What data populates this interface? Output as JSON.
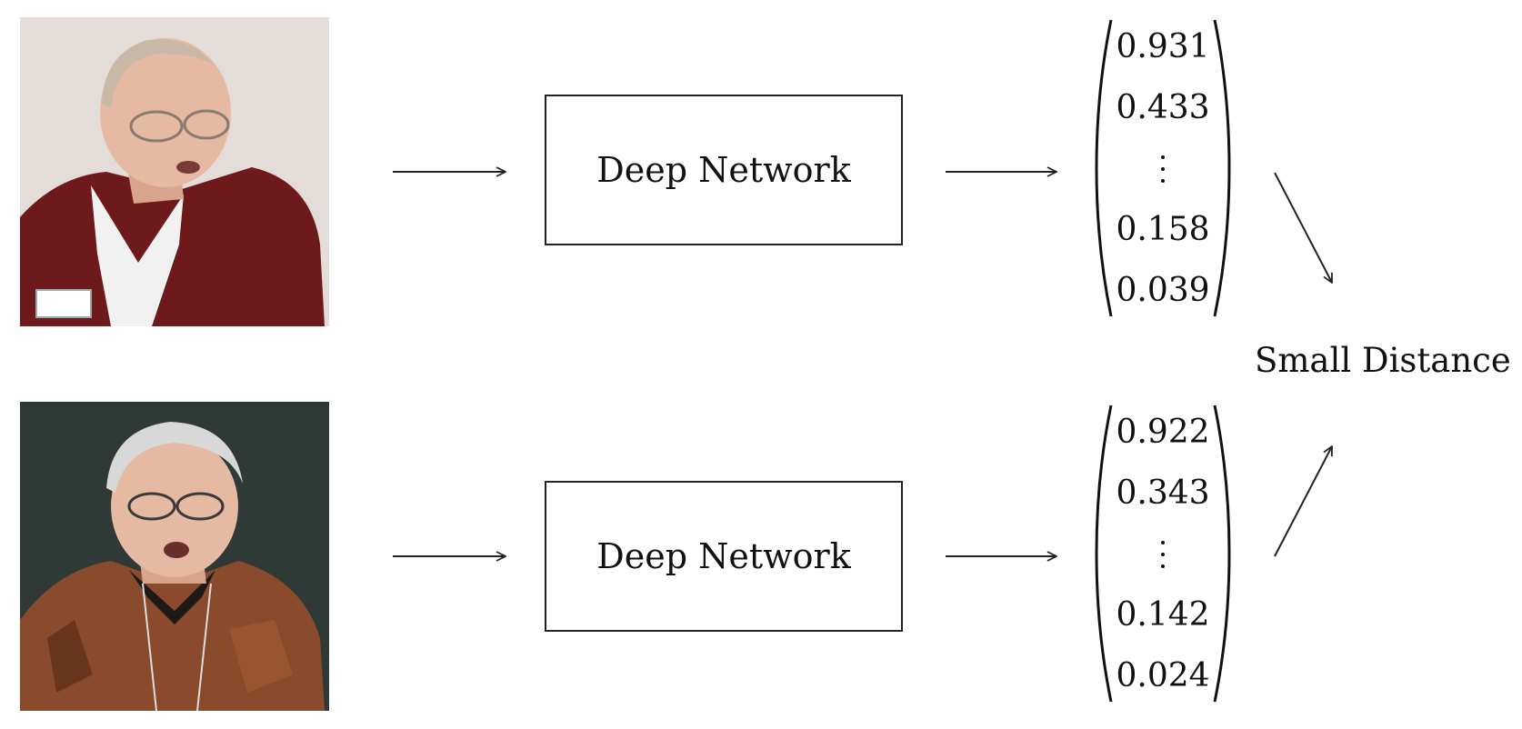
{
  "rows": [
    {
      "photo_icon": "portrait-photo-icon",
      "network_label": "Deep Network",
      "embedding": {
        "values": [
          "0.931",
          "0.433",
          "0.158",
          "0.039"
        ]
      }
    },
    {
      "photo_icon": "portrait-photo-icon",
      "network_label": "Deep Network",
      "embedding": {
        "values": [
          "0.922",
          "0.343",
          "0.142",
          "0.024"
        ]
      }
    }
  ],
  "distance_label": "Small Distance",
  "colors": {
    "stroke": "#222222",
    "photo_top_bg": "#e4dcd9",
    "photo_top_shirt": "#6e1a1d",
    "photo_bottom_bg": "#2f3a37",
    "photo_bottom_shirt": "#8a4a2c",
    "skin": "#e6b9a3"
  }
}
